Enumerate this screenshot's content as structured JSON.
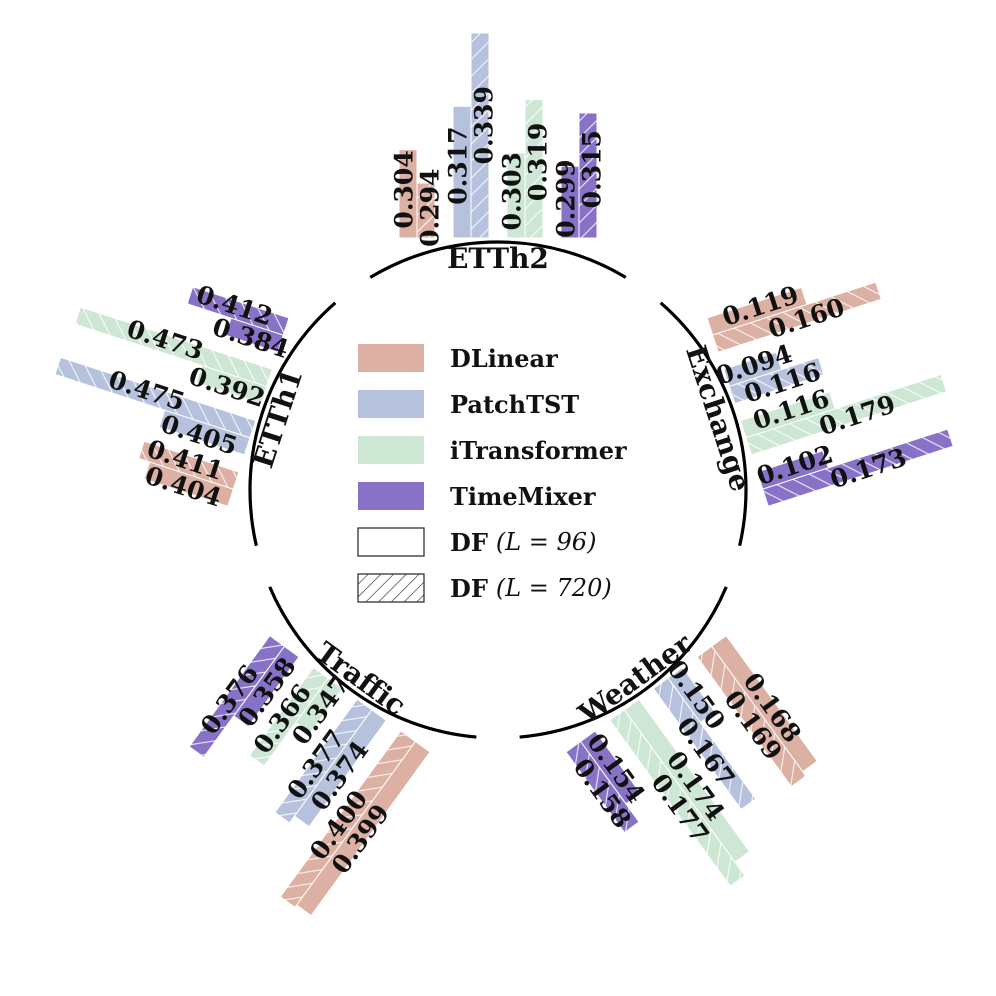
{
  "chart_data": {
    "type": "bar",
    "subtype": "radial-grouped-bar",
    "colors": {
      "DLinear": "#dcb0a2",
      "PatchTST": "#b5c1dd",
      "iTransformer": "#cde7d4",
      "TimeMixer": "#8772c8"
    },
    "models": [
      "DLinear",
      "PatchTST",
      "iTransformer",
      "TimeMixer"
    ],
    "variants": [
      "L96",
      "L720"
    ],
    "datasets": [
      {
        "name": "ETTh1",
        "values": {
          "DLinear": {
            "L96": "0.404",
            "L720": "0.411"
          },
          "PatchTST": {
            "L96": "0.405",
            "L720": "0.475"
          },
          "iTransformer": {
            "L96": "0.392",
            "L720": "0.473"
          },
          "TimeMixer": {
            "L96": "0.384",
            "L720": "0.412"
          }
        }
      },
      {
        "name": "ETTh2",
        "values": {
          "DLinear": {
            "L96": "0.304",
            "L720": "0.294"
          },
          "PatchTST": {
            "L96": "0.317",
            "L720": "0.339"
          },
          "iTransformer": {
            "L96": "0.303",
            "L720": "0.319"
          },
          "TimeMixer": {
            "L96": "0.299",
            "L720": "0.315"
          }
        }
      },
      {
        "name": "Exchange",
        "values": {
          "DLinear": {
            "L96": "0.119",
            "L720": "0.160"
          },
          "PatchTST": {
            "L96": "0.094",
            "L720": "0.116"
          },
          "iTransformer": {
            "L96": "0.116",
            "L720": "0.179"
          },
          "TimeMixer": {
            "L96": "0.102",
            "L720": "0.173"
          }
        }
      },
      {
        "name": "Weather",
        "values": {
          "DLinear": {
            "L96": "0.168",
            "L720": "0.169"
          },
          "PatchTST": {
            "L96": "0.150",
            "L720": "0.167"
          },
          "iTransformer": {
            "L96": "0.174",
            "L720": "0.177"
          },
          "TimeMixer": {
            "L96": "0.154",
            "L720": "0.158"
          }
        }
      },
      {
        "name": "Traffic",
        "values": {
          "DLinear": {
            "L96": "0.399",
            "L720": "0.400"
          },
          "PatchTST": {
            "L96": "0.374",
            "L720": "0.377"
          },
          "iTransformer": {
            "L96": "0.347",
            "L720": "0.366"
          },
          "TimeMixer": {
            "L96": "0.358",
            "L720": "0.376"
          }
        }
      }
    ],
    "legend": {
      "placement": "center",
      "entries": [
        {
          "label": "DLinear",
          "swatch": "DLinear"
        },
        {
          "label": "PatchTST",
          "swatch": "PatchTST"
        },
        {
          "label": "iTransformer",
          "swatch": "iTransformer"
        },
        {
          "label": "TimeMixer",
          "swatch": "TimeMixer"
        },
        {
          "label": "DF",
          "math": "(L = 96)",
          "swatch": "plain"
        },
        {
          "label": "DF",
          "math": "(L = 720)",
          "swatch": "hatched"
        }
      ]
    },
    "grid": false
  }
}
